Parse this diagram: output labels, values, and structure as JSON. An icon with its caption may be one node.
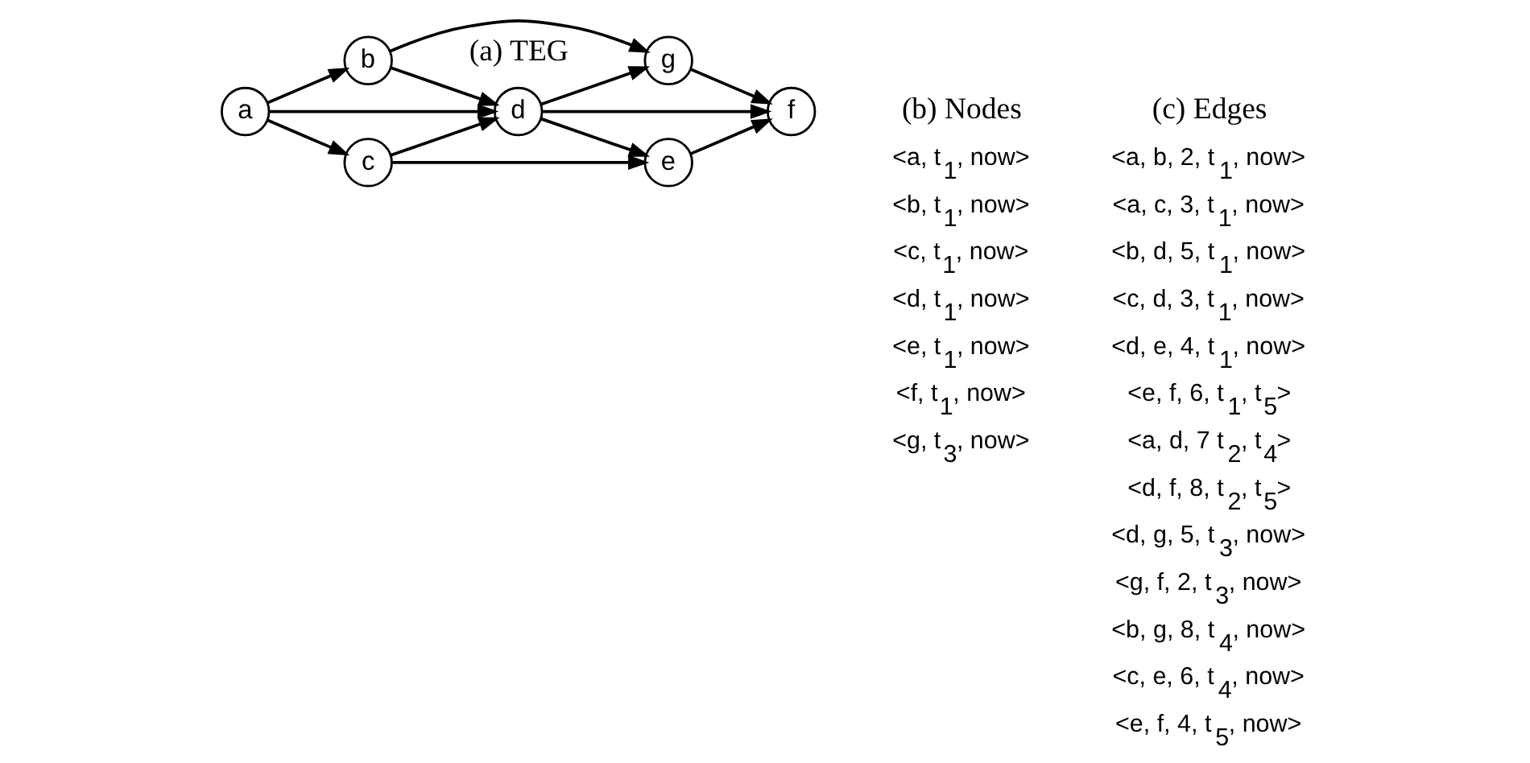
{
  "diagram": {
    "nodes": [
      {
        "text": [
          "a"
        ]
      },
      {
        "text": [
          "b"
        ]
      },
      {
        "text": [
          "c"
        ]
      },
      {
        "text": [
          "d"
        ]
      },
      {
        "text": [
          "g"
        ]
      },
      {
        "text": [
          "e"
        ]
      },
      {
        "text": [
          "f"
        ]
      }
    ],
    "edges": [
      {
        "from": 0,
        "to": 1,
        "arrow": "to"
      },
      {
        "from": 0,
        "to": 3,
        "arrow": "to"
      },
      {
        "from": 0,
        "to": 2,
        "arrow": "to"
      },
      {
        "from": 1,
        "to": 4,
        "arrow": "to"
      },
      {
        "from": 1,
        "to": 3,
        "arrow": "to"
      },
      {
        "from": 2,
        "to": 3,
        "arrow": "to"
      },
      {
        "from": 2,
        "to": 5,
        "arrow": "to"
      },
      {
        "from": 3,
        "to": 4,
        "arrow": "to"
      },
      {
        "from": 3,
        "to": 6,
        "arrow": "to"
      },
      {
        "from": 3,
        "to": 5,
        "arrow": "to"
      },
      {
        "from": 4,
        "to": 6,
        "arrow": "to"
      },
      {
        "from": 5,
        "to": 6,
        "arrow": "to"
      }
    ],
    "labels": [
      "(a) TEG",
      "(b) Nodes",
      "(c) Edges",
      "<a, t$_{1}$, now>",
      "<b, t$_{1}$, now>",
      "<c, t$_{1}$, now>",
      "<d, t$_{1}$, now>",
      "<e, t$_{1}$, now>",
      "<f, t$_{1}$, now>",
      "<g, t$_{3}$, now>",
      "<a, b, 2, t$_{1}$, now>",
      "<a, c, 3, t$_{1}$, now>",
      "<b, d, 5, t$_{1}$, now>",
      "<c, d, 3, t$_{1}$, now>",
      "<d, e, 4, t$_{1}$, now>",
      "<e, f, 6, t$_{1}$, t$_{5}$>",
      "<a, d, 7 t$_{2}$, t$_{4}$>",
      "<d, f, 8, t$_{2}$, t$_{5}$>",
      "<d, g, 5, t$_{3}$, now>",
      "<g, f, 2, t$_{3}$, now>",
      "<b, g, 8, t$_{4}$, now>",
      "<c, e, 6, t$_{4}$, now>",
      "<e, f, 4, t$_{5}$, now>"
    ]
  }
}
